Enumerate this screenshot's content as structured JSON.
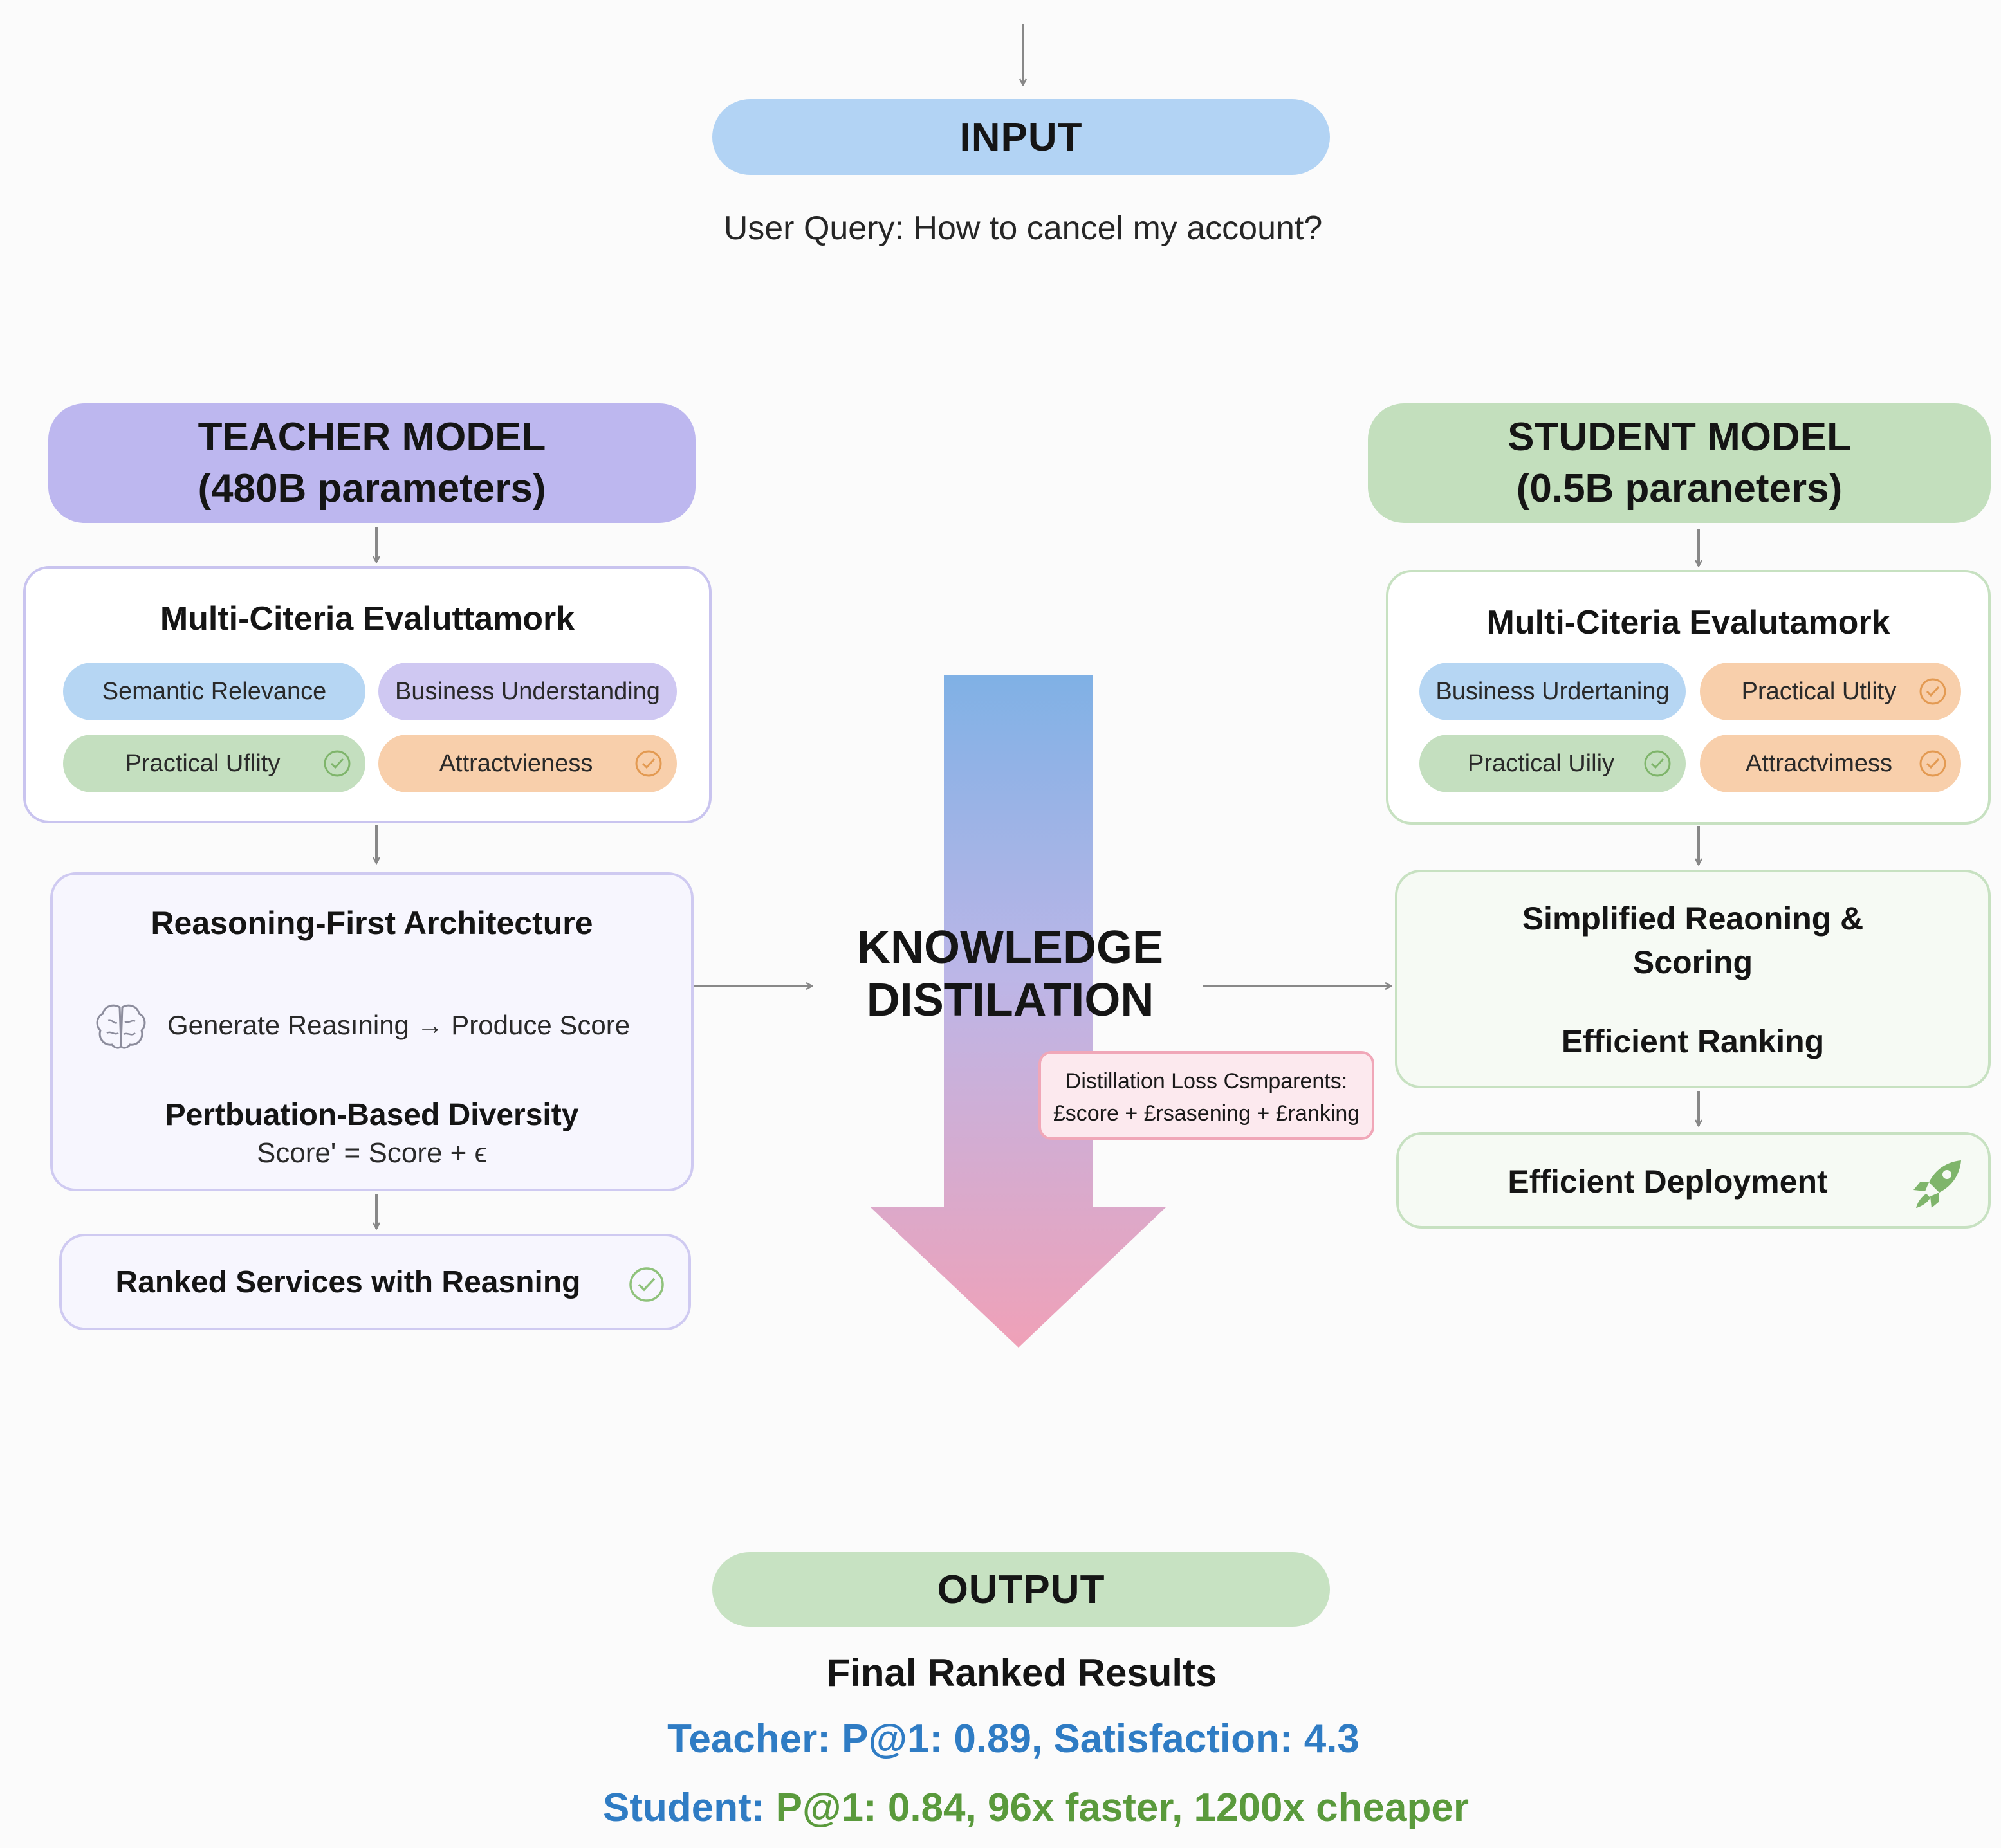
{
  "input": {
    "label": "INPUT",
    "query": "User Query: How to cancel my account?"
  },
  "teacher": {
    "title_line1": "TEACHER MODEL",
    "title_line2": "(480B parameters)",
    "criteria_title": "Multi-Citeria Evaluttamork",
    "criteria": [
      {
        "label": "Semantic Relevance",
        "checked": false
      },
      {
        "label": "Business Understanding",
        "checked": false
      },
      {
        "label": "Practical Uflity",
        "checked": true
      },
      {
        "label": "Attractvieness",
        "checked": true
      }
    ],
    "reasoning_title": "Reasoning-First Architecture",
    "reasoning_step": "Generate Reasıning → Produce Score",
    "diversity_title": "Pertbuation-Based Diversity",
    "diversity_formula": "Score' = Score + ϵ",
    "ranked": "Ranked Services with Reasning"
  },
  "distillation": {
    "line1": "KNOWLEDGE",
    "line2": "DISTILATION",
    "loss_line1": "Distillation Loss Csmparents:",
    "loss_line2": "£score + £rsasening + £ranking"
  },
  "student": {
    "title_line1": "STUDENT MODEL",
    "title_line2": "(0.5B paraneters)",
    "criteria_title": "Multi-Citeria Evalutamork",
    "criteria": [
      {
        "label": "Business Urdertaning",
        "checked": false
      },
      {
        "label": "Practical Utlity",
        "checked": true
      },
      {
        "label": "Practical Uiliy",
        "checked": true
      },
      {
        "label": "Attractvimess",
        "checked": true
      }
    ],
    "simplified_line1": "Simplified Reaoning &",
    "simplified_line2": "Scoring",
    "efficient_ranking": "Efficient Ranking",
    "deployment": "Efficient Deployment"
  },
  "output": {
    "label": "OUTPUT",
    "final": "Final Ranked Results",
    "teacher_prefix": "Teacher:",
    "teacher_metrics": "P@1: 0.89, Satisfaction: 4.3",
    "student_prefix": "Student:",
    "student_metrics": "P@1: 0.84, 96x faster, 1200x cheaper"
  },
  "colors": {
    "input_pill": "#b2d3f4",
    "teacher_head": "#bdb7ef",
    "student_head": "#c3dfbd",
    "output_pill": "#c7e2c2",
    "teacher_metric": "#2f7cc4",
    "student_metric_prefix": "#2f7cc4",
    "student_metric": "#5a9a3c",
    "arrow_top": "#79ade4",
    "arrow_bottom": "#ef9fb5"
  }
}
